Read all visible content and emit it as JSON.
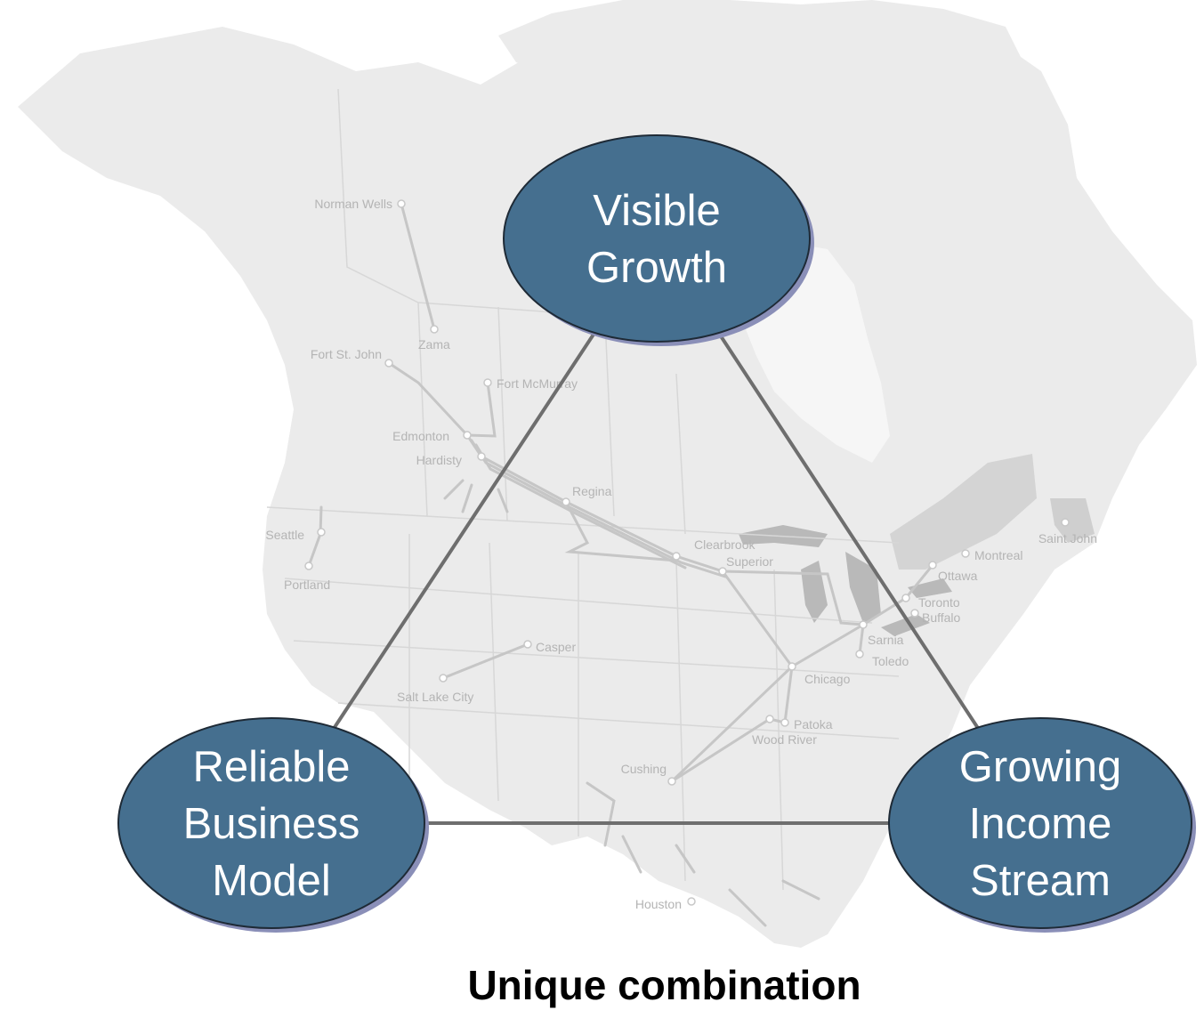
{
  "colors": {
    "node_fill": "#456f8f",
    "node_shadow": "#8a8fb8",
    "edge": "#6e6e6e",
    "map_land": "#eaeaea",
    "map_lakes": "#b7b7b7",
    "pipeline": "#c6c6c6"
  },
  "map": {
    "cities": [
      "Norman Wells",
      "Zama",
      "Fort St. John",
      "Fort McMurray",
      "Edmonton",
      "Hardisty",
      "Regina",
      "Seattle",
      "Portland",
      "Clearbrook",
      "Superior",
      "Montreal",
      "Ottawa",
      "Saint John",
      "Toronto",
      "Buffalo",
      "Sarnia",
      "Toledo",
      "Chicago",
      "Casper",
      "Salt Lake City",
      "Patoka",
      "Wood River",
      "Cushing",
      "Houston"
    ]
  },
  "diagram": {
    "nodes": [
      {
        "id": "growth",
        "lines": [
          "Visible",
          "Growth"
        ]
      },
      {
        "id": "reliable",
        "lines": [
          "Reliable",
          "Business",
          "Model"
        ]
      },
      {
        "id": "income",
        "lines": [
          "Growing",
          "Income",
          "Stream"
        ]
      }
    ],
    "edges": [
      [
        "growth",
        "reliable"
      ],
      [
        "growth",
        "income"
      ],
      [
        "reliable",
        "income"
      ]
    ]
  },
  "caption": "Unique combination"
}
